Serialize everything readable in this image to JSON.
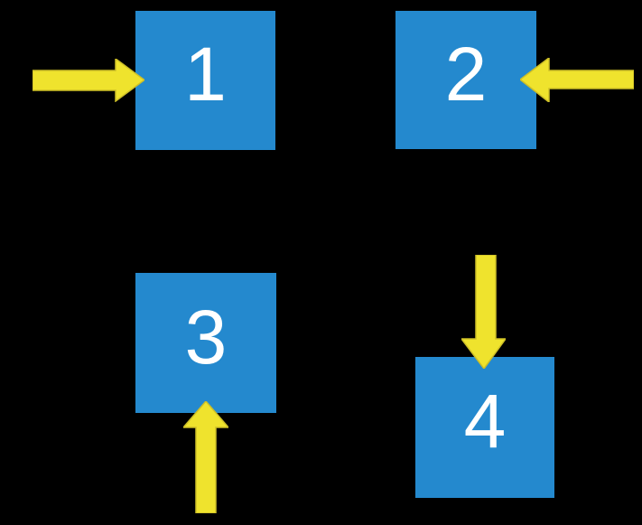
{
  "diagram": {
    "background": "#000000",
    "square_fill": "#2489CE",
    "number_color": "#FFFFFF",
    "arrow_fill": "#EFE32D",
    "arrow_outline": "#CDBF27",
    "squares": [
      {
        "label": "1",
        "arrow_direction": "right"
      },
      {
        "label": "2",
        "arrow_direction": "left"
      },
      {
        "label": "3",
        "arrow_direction": "up"
      },
      {
        "label": "4",
        "arrow_direction": "down"
      }
    ]
  }
}
